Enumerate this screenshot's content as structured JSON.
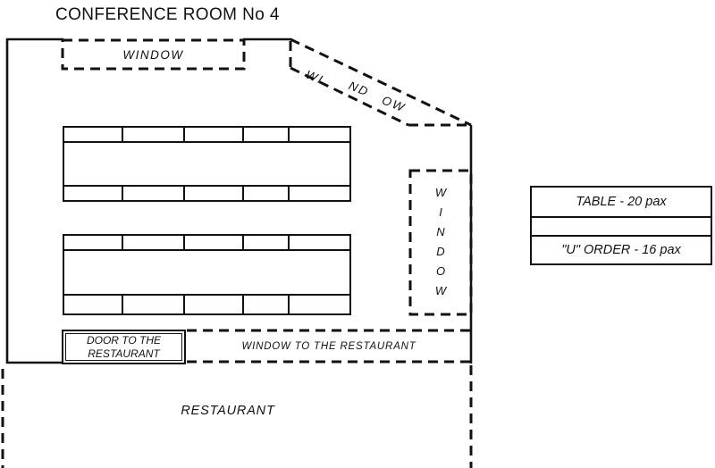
{
  "title": "CONFERENCE ROOM No 4",
  "room": {
    "top_window": {
      "label": "WINDOW"
    },
    "diagonal_window": {
      "parts": [
        "WI",
        "ND",
        "OW"
      ]
    },
    "right_window": {
      "letters": [
        "W",
        "I",
        "N",
        "D",
        "O",
        "W"
      ]
    },
    "door": {
      "line1": "DOOR TO THE",
      "line2": "RESTAURANT"
    },
    "bottom_window": {
      "label": "WINDOW TO THE RESTAURANT"
    },
    "restaurant": {
      "label": "RESTAURANT"
    }
  },
  "legend": {
    "table_row": "TABLE - 20 pax",
    "u_order_row": "\"U\" ORDER  - 16 pax"
  },
  "tables": {
    "count": 2,
    "seats_per_table_row": 5
  },
  "colors": {
    "line": "#111111",
    "background": "#ffffff"
  }
}
